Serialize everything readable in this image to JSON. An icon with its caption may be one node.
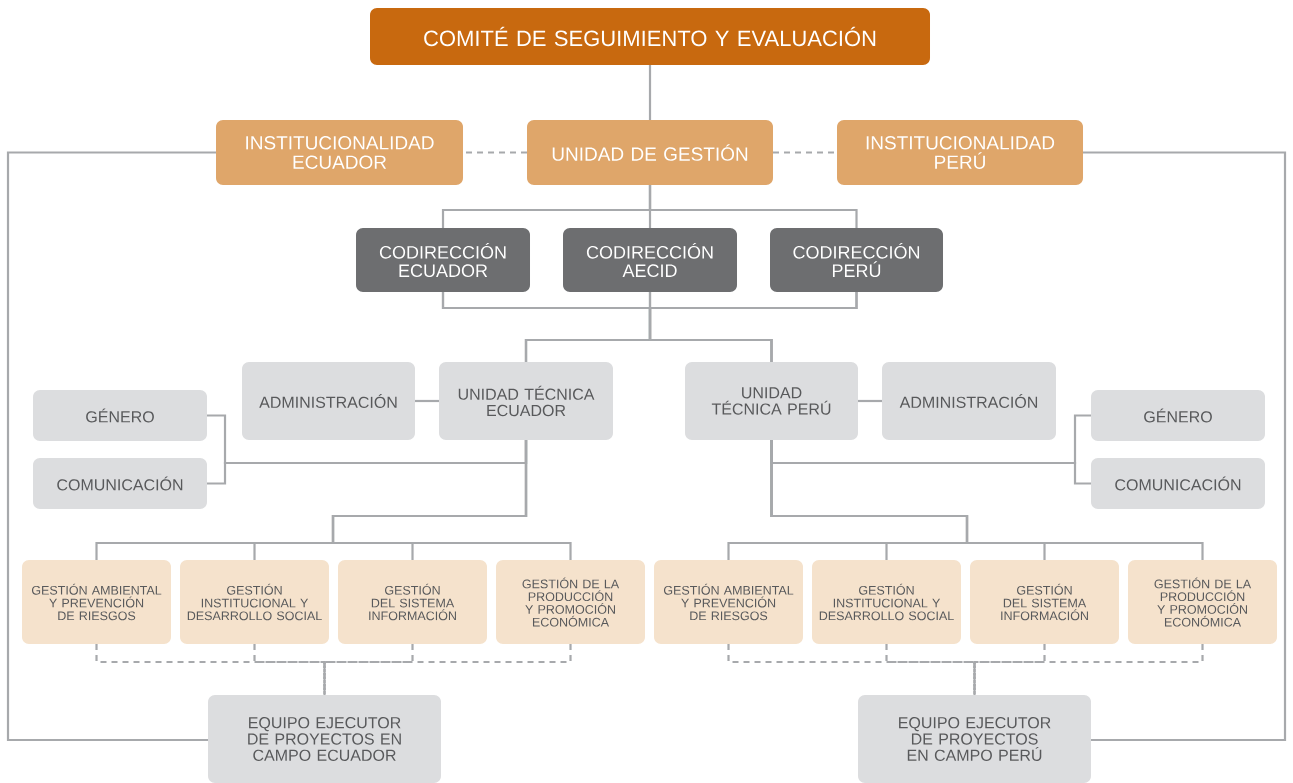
{
  "diagram": {
    "nodes": [
      {
        "text": [
          "COMITÉ DE SEGUIMIENTO Y EVALUACIÓN"
        ]
      },
      {
        "text": [
          "INSTITUCIONALIDAD ECUADOR"
        ]
      },
      {
        "text": [
          "UNIDAD DE GESTIÓN"
        ]
      },
      {
        "text": [
          "INSTITUCIONALIDAD PERÚ"
        ]
      },
      {
        "text": [
          "CODIRECCIÓN ECUADOR"
        ]
      },
      {
        "text": [
          "CODIRECCIÓN AECID"
        ]
      },
      {
        "text": [
          "CODIRECCIÓN PERÚ"
        ]
      },
      {
        "text": [
          "ADMINISTRACIÓN"
        ]
      },
      {
        "text": [
          "UNIDAD TÉCNICA ECUADOR"
        ]
      },
      {
        "text": [
          "UNIDAD TÉCNICA PERÚ"
        ]
      },
      {
        "text": [
          "ADMINISTRACIÓN"
        ]
      },
      {
        "text": [
          "GÉNERO"
        ]
      },
      {
        "text": [
          "COMUNICACIÓN"
        ]
      },
      {
        "text": [
          "GÉNERO"
        ]
      },
      {
        "text": [
          "COMUNICACIÓN"
        ]
      },
      {
        "text": [
          "GESTIÓN AMBIENTAL Y PREVENCIÓN DE RIESGOS"
        ]
      },
      {
        "text": [
          "GESTIÓN INSTITUCIONAL Y DESARROLLO SOCIAL"
        ]
      },
      {
        "text": [
          "GESTIÓN DEL SISTEMA INFORMACIÓN"
        ]
      },
      {
        "text": [
          "GESTIÓN DE LA PRODUCCIÓN Y PROMOCIÓN ECONÓMICA"
        ]
      },
      {
        "text": [
          "GESTIÓN AMBIENTAL Y PREVENCIÓN DE RIESGOS"
        ]
      },
      {
        "text": [
          "GESTIÓN INSTITUCIONAL Y DESARROLLO SOCIAL"
        ]
      },
      {
        "text": [
          "GESTIÓN DEL SISTEMA INFORMACIÓN"
        ]
      },
      {
        "text": [
          "GESTIÓN DE LA PRODUCCIÓN Y PROMOCIÓN ECONÓMICA"
        ]
      },
      {
        "text": [
          "EQUIPO EJECUTOR DE PROYECTOS EN CAMPO ECUADOR"
        ]
      },
      {
        "text": [
          "EQUIPO EJECUTOR DE PROYECTOS EN CAMPO PERÚ"
        ]
      }
    ],
    "edges": [
      {
        "from": 0,
        "to": 2,
        "arrow": "none"
      },
      {
        "from": 2,
        "to": 1,
        "arrow": "none",
        "style": "dashed"
      },
      {
        "from": 2,
        "to": 3,
        "arrow": "none",
        "style": "dashed"
      },
      {
        "from": 1,
        "to": 23,
        "arrow": "none"
      },
      {
        "from": 3,
        "to": 24,
        "arrow": "none"
      },
      {
        "from": 2,
        "to": 4,
        "arrow": "none"
      },
      {
        "from": 2,
        "to": 5,
        "arrow": "none"
      },
      {
        "from": 2,
        "to": 6,
        "arrow": "none"
      },
      {
        "from": 4,
        "to": 8,
        "arrow": "none"
      },
      {
        "from": 5,
        "to": 8,
        "arrow": "none"
      },
      {
        "from": 6,
        "to": 8,
        "arrow": "none"
      },
      {
        "from": 4,
        "to": 9,
        "arrow": "none"
      },
      {
        "from": 5,
        "to": 9,
        "arrow": "none"
      },
      {
        "from": 6,
        "to": 9,
        "arrow": "none"
      },
      {
        "from": 8,
        "to": 7,
        "arrow": "none"
      },
      {
        "from": 9,
        "to": 10,
        "arrow": "none"
      },
      {
        "from": 8,
        "to": 11,
        "arrow": "none"
      },
      {
        "from": 8,
        "to": 12,
        "arrow": "none"
      },
      {
        "from": 9,
        "to": 13,
        "arrow": "none"
      },
      {
        "from": 9,
        "to": 14,
        "arrow": "none"
      },
      {
        "from": 8,
        "to": 15,
        "arrow": "none"
      },
      {
        "from": 8,
        "to": 16,
        "arrow": "none"
      },
      {
        "from": 8,
        "to": 17,
        "arrow": "none"
      },
      {
        "from": 8,
        "to": 18,
        "arrow": "none"
      },
      {
        "from": 9,
        "to": 19,
        "arrow": "none"
      },
      {
        "from": 9,
        "to": 20,
        "arrow": "none"
      },
      {
        "from": 9,
        "to": 21,
        "arrow": "none"
      },
      {
        "from": 9,
        "to": 22,
        "arrow": "none"
      },
      {
        "from": 15,
        "to": 23,
        "arrow": "none",
        "style": "dashed"
      },
      {
        "from": 16,
        "to": 23,
        "arrow": "none",
        "style": "dashed"
      },
      {
        "from": 17,
        "to": 23,
        "arrow": "none",
        "style": "dashed"
      },
      {
        "from": 18,
        "to": 23,
        "arrow": "none",
        "style": "dashed"
      },
      {
        "from": 19,
        "to": 24,
        "arrow": "none",
        "style": "dashed"
      },
      {
        "from": 20,
        "to": 24,
        "arrow": "none",
        "style": "dashed"
      },
      {
        "from": 21,
        "to": 24,
        "arrow": "none",
        "style": "dashed"
      },
      {
        "from": 22,
        "to": 24,
        "arrow": "none",
        "style": "dashed"
      }
    ]
  }
}
